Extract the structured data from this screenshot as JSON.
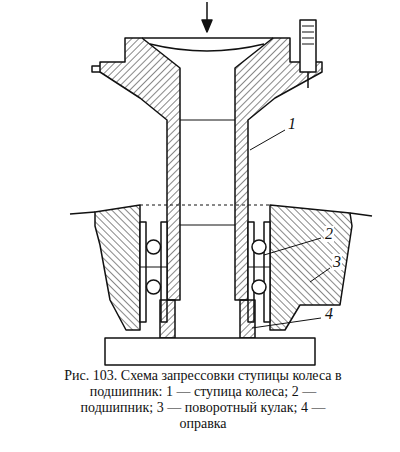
{
  "diagram": {
    "caption": "Рис. 103. Схема запрессовки ступицы колеса в подшипник: 1 — ступица колеса; 2 — подшипник; 3 — поворотный кулак; 4 — оправка",
    "labels": [
      "1",
      "2",
      "3",
      "4"
    ]
  }
}
